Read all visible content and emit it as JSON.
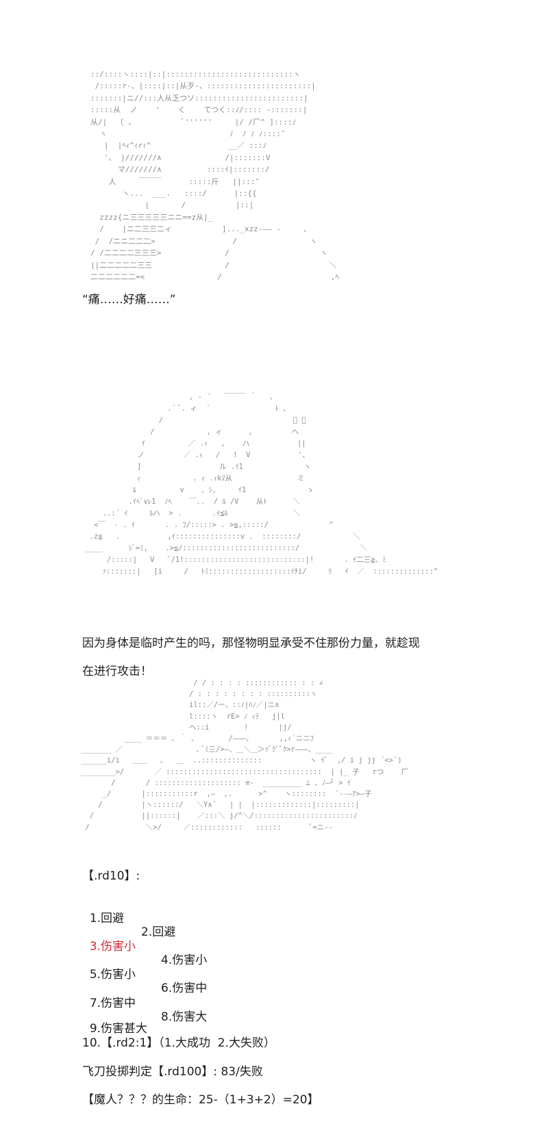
{
  "art": {
    "figure1": "::/::::ヽ::::|::|::::::::::::::::::::::::::::ヽ\n /:::::r-、|::::|::|从歹-、:::::::::::::::::::::::|\n:::::::|ニ//:::人从乏つソ::::::::::::::::::::::::|\n:::::从  ノ    '    く    てつく::ﾉ/:::: -:::::::|\n从/|  〔 、          ﾞ''''''     |/ /厂^ ]::::ﾉ\n  ヽ                           ﾉ  ﾉ ﾉ ﾉ::::″\n   |  |ﾍｨ^ｨrｨ^                 __／ :::ﾉ\n   '、 |///////∧              /|:::::::V\n      マ///////∧          ::::ｲ|:::::::/\n    人     ￣￣￣      :::::斤   ||:::″\n       ヽ...  ___.   ::::/      |::{{\n            |       /           |::|\n  zzzz{ニ三三三三三ニニ==z从|_\n  /    |ニ二三三二ィ           ]..._xzz-―― -     、\n /  /ニニ二二二>                 /                ヽ\n/ /二二二二三三三>              /                    ヽ\n||二二二二二三三                /                      ＼\n二二二二二二=<                /                        ,ﾍ",
    "figure2": "                         , - ´   ￣￣￣ ｀   、\n                    .´ ﾞ. ィ  ´               ﾄ 、\n                  /                              ﾞ 、\n                /            , ィ      ,         ヘ\n              ｲ          ／ .ｨ   ,    ハ           ||\n             ノ         ／ .ｨ   /   !  V           '、\n             ]                  ル .ｲ1              ヽ\n             ｨ            . ｨ .ｨkﾏ从               ミ\n            ﾙ          v    、ｼ,     ｲ1              ゝ\n           .ｲﾍﾞvﾚ1  ﾉﾍ    ￣..  / ﾙ /V    从ﾄ      ＼\n     ..:´ ｲ     ﾙハ  > .       .ｲ≦ﾙ               ＼\n   <￣  - . ｲ       . . ﾌ/:::::> . >≦,:::::/              ^\n  .z≦   .           ,ｲ:::::::::::::::v .  ::::::::/            ＼\n ____      ｼﾞ=ﾐ,    .>≦/::::::::::::::::::::::::::/              ＼\n      /:::::|   V   ﾞ/1!::::::::::::::::::::::::::::|!       . ｲ二三≧、ﾐ\n     ｧ:::::::|   [i     /   ﾄﾐ:::::::::::::::::::ｲﾁi/     ﾘ   ｲ  ／  ::::::::::::::^",
    "figure3": "                          / / : : : : :::::::::::: : : ∠\n                         / : : : : : : : : ::::::::::ヽ\n                         il::／/ー、::ﾉ|ﾊﾉ／|ニ∧\n                         l::::ヽ  rE> ﾉ ｨﾃ   j|l\n                         ヘ::i        !       |j/\n          ____ ＝＝＝ ､ ｀ 、       /―――、      ,,ｨ´ニニﾌ\n_______ ／                 ､ ﾞﾐ三/>―、＿＼＿＞ｧﾞｸﾞﾞｸ>r―――、____\n______i/i   ＿＿   ､   ＿  ..::::::::::::::           ヽ ｲﾞ  ,/ i j jj ´<>`)\n________>/       ／ ::::::::::::::::::::::::::::::::::::  | |_ 子   rつ    厂\n       /       / :::::::::::::::::::: ≡-  _________ ⊥ 、ﾉ―┘ > ｲ\n     _/       |:::::::::::r  ,―  ,.      >^    ヽ::::::::  `--―ｱ>―子\n    /         |ヽ::::::/   ＼Y∧´   | |  |:::::::::::::|:::::::::|\n  /           ||::::::|    ／:::＼ j/^＼/:::::::::::::::::::::::ﾉ\n /             ＼>/     ／::::::::::::   ::::::       ﾞ=ニ--"
  },
  "texts": {
    "line1": "“痛……好痛……”",
    "para1_line1": "因为身体是临时产生的吗，那怪物明显承受不住那份力量，就趁现",
    "para1_line2": "在进行攻击！",
    "roll_header": "【.rd10】:",
    "options": [
      {
        "left": "1.回避",
        "right": "2.回避"
      },
      {
        "left": "3.伤害小",
        "right": "4.伤害小"
      },
      {
        "left": "5.伤害小",
        "right": "6.伤害中"
      },
      {
        "left": "7.伤害中",
        "right": "8.伤害大"
      },
      {
        "left": "9.伤害甚大",
        "right": ""
      }
    ],
    "option10": "10.【.rd2:1】（1.大成功  2.大失败）",
    "knife_roll": "飞刀投掷判定【.rd100】: 83/失败",
    "hp_line": "【魔人？？？的生命：25-（1+3+2）=20】"
  },
  "colors": {
    "highlight": "#d7282f",
    "art_gray": "#8a8a8a",
    "text": "#1e1e1e"
  }
}
